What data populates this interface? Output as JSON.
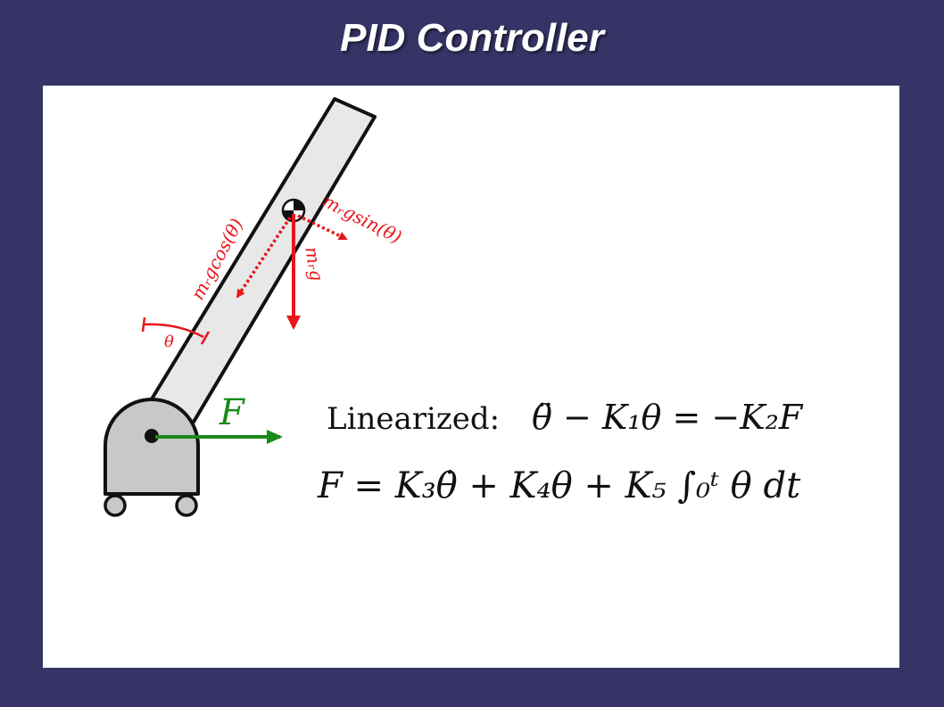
{
  "slide": {
    "title": "PID Controller"
  },
  "diagram": {
    "labels": {
      "cos_component": "mᵣgcos(θ)",
      "sin_component": "mᵣgsin(θ)",
      "gravity": "mᵣg",
      "angle": "θ",
      "force": "F"
    },
    "equations": {
      "linearized_prefix": "Linearized:",
      "linearized": "θ̈ − K₁θ = −K₂F",
      "control_law": "F = K₃θ̇ + K₄θ + K₅ ∫₀ᵗ θ dt"
    },
    "colors": {
      "background": "#363466",
      "force_arrow": "#1a8a1a",
      "gravity_arrows": "#e8151b",
      "rod_fill": "#e8e8e8",
      "body_fill": "#c8c8c8"
    }
  }
}
